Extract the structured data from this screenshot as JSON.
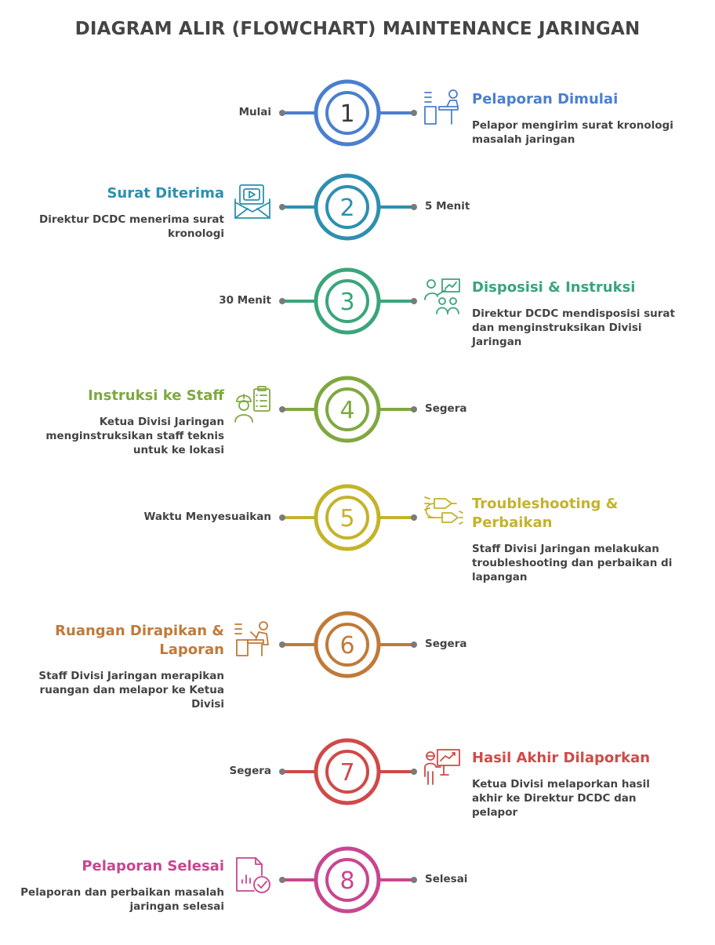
{
  "title": "DIAGRAM ALIR (FLOWCHART) MAINTENANCE JARINGAN",
  "steps": [
    {
      "number": "1",
      "color": "#4a7fcf",
      "title": "Pelaporan Dimulai",
      "desc": [
        "Pelapor mengirim surat kronologi",
        "masalah jaringan"
      ],
      "time": "Mulai",
      "icon": "presenter-icon"
    },
    {
      "number": "2",
      "color": "#2e8fb0",
      "title": "Surat Diterima",
      "desc": [
        "Direktur DCDC menerima surat",
        "kronologi"
      ],
      "time": "5 Menit",
      "icon": "envelope-video-icon"
    },
    {
      "number": "3",
      "color": "#3aa57a",
      "title": "Disposisi & Instruksi",
      "desc": [
        "Direktur DCDC mendisposisi surat",
        "dan menginstruksikan Divisi",
        "Jaringan"
      ],
      "time": "30 Menit",
      "icon": "team-presentation-icon"
    },
    {
      "number": "4",
      "color": "#7fa840",
      "title": "Instruksi ke Staff",
      "desc": [
        "Ketua Divisi Jaringan",
        "menginstruksikan staff teknis",
        "untuk ke lokasi"
      ],
      "time": "Segera",
      "icon": "worker-checklist-icon"
    },
    {
      "number": "5",
      "color": "#c4b32a",
      "title": [
        "Troubleshooting &",
        "Perbaikan"
      ],
      "desc": [
        "Staff Divisi Jaringan melakukan",
        "troubleshooting dan perbaikan di",
        "lapangan"
      ],
      "time": "Waktu Menyesuaikan",
      "icon": "cable-plug-icon"
    },
    {
      "number": "6",
      "color": "#c07a38",
      "title": [
        "Ruangan Dirapikan &",
        "Laporan"
      ],
      "desc": [
        "Staff Divisi Jaringan merapikan",
        "ruangan dan melapor ke Ketua",
        "Divisi"
      ],
      "time": "Segera",
      "icon": "desk-report-icon"
    },
    {
      "number": "7",
      "color": "#cf4a48",
      "title": "Hasil Akhir Dilaporkan",
      "desc": [
        "Ketua Divisi melaporkan hasil",
        "akhir ke Direktur DCDC dan",
        "pelapor"
      ],
      "time": "Segera",
      "icon": "chart-presenter-icon"
    },
    {
      "number": "8",
      "color": "#c8468f",
      "title": "Pelaporan Selesai",
      "desc": [
        "Pelaporan dan perbaikan masalah",
        "jaringan selesai"
      ],
      "time": "Selesai",
      "icon": "document-check-icon"
    }
  ]
}
